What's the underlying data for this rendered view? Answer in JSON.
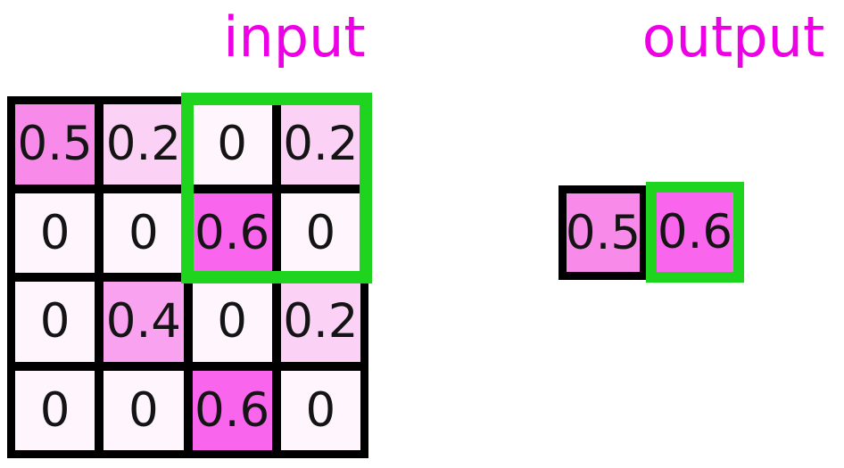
{
  "titles": {
    "input": "input",
    "output": "output"
  },
  "input_grid": {
    "rows": [
      [
        "0.5",
        "0.2",
        "0",
        "0.2"
      ],
      [
        "0",
        "0",
        "0.6",
        "0"
      ],
      [
        "0",
        "0.4",
        "0",
        "0.2"
      ],
      [
        "0",
        "0",
        "0.6",
        "0"
      ]
    ],
    "highlight_window": {
      "row_start": 1,
      "col_start": 3,
      "row_span": 2,
      "col_span": 2
    }
  },
  "output": {
    "cells": [
      {
        "value": "0.5",
        "highlighted": false
      },
      {
        "value": "0.6",
        "highlighted": true
      }
    ]
  },
  "colors": {
    "title": "#ee00e6",
    "highlight_green": "#1ed41e",
    "grid_line": "#000000",
    "number_text": "#141414",
    "values": {
      "0": "#fef5fd",
      "0.2": "#fbd2f5",
      "0.4": "#f9a3f0",
      "0.5": "#f88bea",
      "0.6": "#f966ed"
    }
  }
}
